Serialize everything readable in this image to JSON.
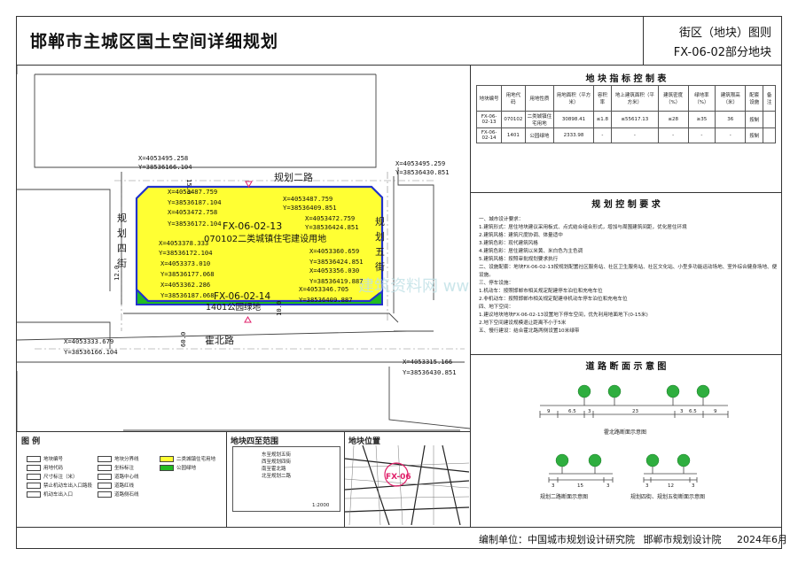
{
  "header": {
    "title": "邯郸市主城区国土空间详细规划",
    "right_line1": "街区（地块）图则",
    "right_line2": "FX-06-02部分地块"
  },
  "map": {
    "parcel_1_id": "FX-06-02-13",
    "parcel_1_use": "070102二类城镇住宅建设用地",
    "parcel_2_id": "FX-06-02-14",
    "parcel_2_use": "1401公园绿地",
    "roads": {
      "north": "规划二路",
      "south": "霍北路",
      "west_chars": [
        "规",
        "划",
        "四",
        "街"
      ],
      "east_chars": [
        "规",
        "划",
        "五",
        "街"
      ]
    },
    "dims": {
      "d1": "15.0",
      "d2": "12.0",
      "d3": "10.0",
      "d4": "60.0"
    },
    "coords": {
      "nw_road_x": "X=4053495.258",
      "nw_road_y": "Y=38536166.104",
      "ne_road_x": "X=4053495.259",
      "ne_road_y": "Y=38536430.851",
      "p1_x": "X=4053487.759",
      "p1_y": "Y=38536187.104",
      "p2_x": "X=4053472.758",
      "p2_y": "Y=38536172.104",
      "p3_x": "X=4053487.759",
      "p3_y": "Y=38536409.851",
      "p4_x": "X=4053472.759",
      "p4_y": "Y=38536424.851",
      "p5_x": "X=4053378.333",
      "p5_y": "Y=38536172.104",
      "p6_x": "X=4053360.659",
      "p6_y": "Y=38536424.851",
      "p7_x": "X=4053373.010",
      "p7_y": "Y=38536177.068",
      "p8_x": "X=4053356.030",
      "p8_y": "Y=38536419.887",
      "p9_x": "X=4053362.286",
      "p9_y": "Y=38536187.068",
      "p10_x": "X=4053346.705",
      "p10_y": "Y=38536409.887",
      "sw_road_x": "X=4053333.679",
      "sw_road_y": "Y=38536166.104",
      "se_road_x": "X=4053315.166",
      "se_road_y": "Y=38536430.851"
    },
    "watermark": "建筑资料网 www.ljia.com"
  },
  "index_table": {
    "title": "地 块 指 标 控 制 表",
    "headers": [
      "地块编号",
      "用地代码",
      "用地性质",
      "用地面积（平方米）",
      "容积率",
      "地上建筑面积（平方米）",
      "建筑密度（%）",
      "绿地率（%）",
      "建筑限高（米）",
      "配套设施",
      "备注"
    ],
    "rows": [
      [
        "FX-06-02-13",
        "070102",
        "二类城镇住宅用地",
        "30898.41",
        "≤1.8",
        "≤55617.13",
        "≤28",
        "≥35",
        "36",
        "按制",
        ""
      ],
      [
        "FX-06-02-14",
        "1401",
        "公园绿地",
        "2333.98",
        "-",
        "-",
        "-",
        "-",
        "-",
        "按制",
        ""
      ]
    ]
  },
  "requirements": {
    "title": "规 划 控 制 要 求",
    "lines": [
      "一、城市设计要求：",
      "  1.建筑形式：居住地块建议采用板式、点式结合组合形式，增加与周围建筑间距，优化居住环境",
      "  2.建筑风格：建筑尺度协调、体量适中",
      "  3.建筑色彩：现代建筑风格",
      "  4.建筑色彩：居住建筑以米黄、米白色为主色调",
      "  5.建筑风格：按照审批规划要求执行",
      "二、设施配套：地块FX-06-02-13按规划配置社区服务站、社区卫生服务站、社区文化站、小型多功能运动场地、室外综合健身场地、便利店等便民服务",
      "  设施。",
      "三、停车设施：",
      "  1.机动车：按照邯郸市相关规定配建停车泊位和充电车位",
      "  2.非机动车：按照邯郸市相关规定配建非机动车停车泊位和充电车位",
      "四、地下空间：",
      "  1.建议地块地块FX-06-02-13设置地下停车空间，优先利用地面地下(0-15米)",
      "  2.地下空间建设规模退让距离不小于5米",
      "五、慢行建设：结合霍北路两侧设置10米绿带"
    ]
  },
  "road_sections": {
    "title": "道 路 断 面 示 意 图",
    "caption_main": "霍北路断面示意图",
    "caption_left": "规划二路断面示意图",
    "caption_right": "规划四街、规划五街断面示意图",
    "main_dims": [
      "9",
      "6.5",
      "3",
      "23",
      "3",
      "6.5",
      "9"
    ],
    "left_dims": [
      "3",
      "15",
      "3"
    ],
    "right_dims": [
      "3",
      "12",
      "3"
    ]
  },
  "legend": {
    "title": "图 例",
    "items": [
      {
        "label": "地块编号",
        "color": "#ffffff"
      },
      {
        "label": "地块分界线",
        "color": "#ffffff"
      },
      {
        "label": "二类城镇住宅用地",
        "color": "#ffff33"
      },
      {
        "label": "用地代码",
        "color": "#ffffff"
      },
      {
        "label": "坐标标注",
        "color": "#ffffff"
      },
      {
        "label": "公园绿地",
        "color": "#22bb22"
      },
      {
        "label": "尺寸标注（米）",
        "color": "#ffffff"
      },
      {
        "label": "道路中心线",
        "color": "#ffffff"
      },
      {
        "label": "禁止机动车出入口路段",
        "color": "#ffffff"
      },
      {
        "label": "道路红线",
        "color": "#ffffff"
      },
      {
        "label": "机动车出入口",
        "color": "#ffffff"
      },
      {
        "label": "道路侧石线",
        "color": "#ffffff"
      }
    ]
  },
  "surroundings": {
    "title": "地块四至范围",
    "lines": [
      "东至规划五街",
      "西至规划四街",
      "南至霍北路",
      "北至规划二路"
    ],
    "scale": "1:2000"
  },
  "location": {
    "title": "地块位置",
    "label": "FX-06"
  },
  "footer": {
    "prefix": "编制单位：",
    "org1": "中国城市规划设计研究院",
    "org2": "邯郸市规划设计院",
    "date": "2024年6月"
  },
  "colors": {
    "residential": "#ffff33",
    "park": "#22bb22",
    "boundary": "#2233cc",
    "marker": "#e0206a"
  }
}
